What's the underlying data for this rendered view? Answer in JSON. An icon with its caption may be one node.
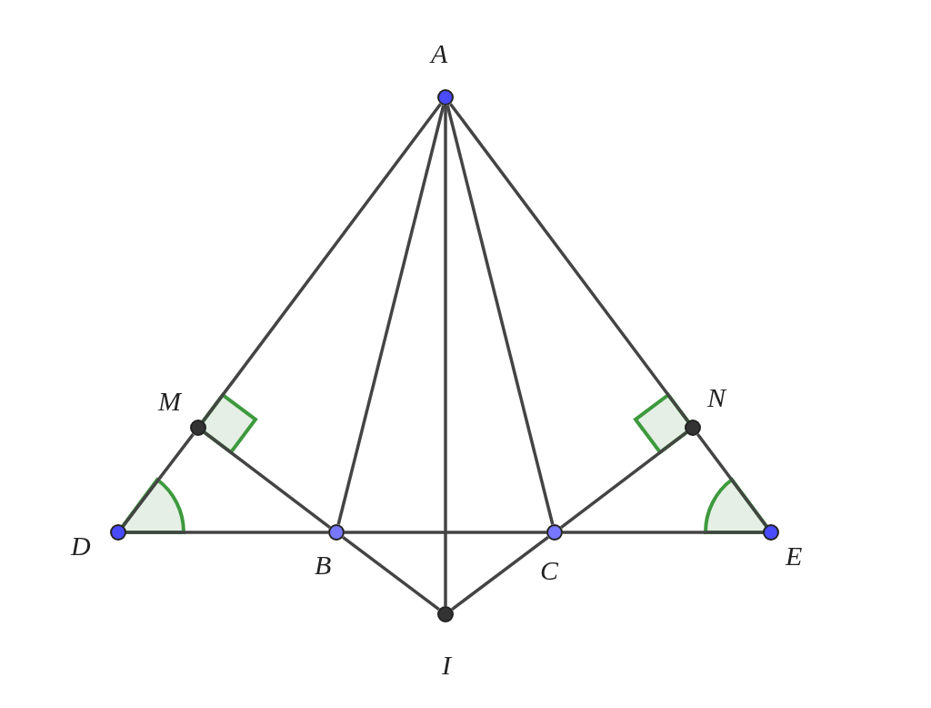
{
  "diagram": {
    "nodes": [
      {
        "text": [],
        "shape": "circle"
      },
      {
        "text": [],
        "shape": "circle"
      },
      {
        "text": [],
        "shape": "circle"
      },
      {
        "text": [],
        "shape": "circle"
      },
      {
        "text": [],
        "shape": "circle"
      },
      {
        "text": [],
        "shape": "circle"
      },
      {
        "text": [],
        "shape": "circle"
      },
      {
        "text": [],
        "shape": "circle"
      }
    ],
    "edges": [
      {
        "from": 0,
        "to": 1,
        "arrow": "none"
      },
      {
        "from": 1,
        "to": 3,
        "arrow": "none"
      },
      {
        "from": 0,
        "to": 2,
        "arrow": "none"
      },
      {
        "from": 2,
        "to": 6,
        "arrow": "none"
      },
      {
        "from": 0,
        "to": 4,
        "arrow": "none"
      },
      {
        "from": 0,
        "to": 7,
        "arrow": "none"
      },
      {
        "from": 0,
        "to": 5,
        "arrow": "none"
      },
      {
        "from": 3,
        "to": 4,
        "arrow": "none"
      },
      {
        "from": 4,
        "to": 5,
        "arrow": "none"
      },
      {
        "from": 5,
        "to": 6,
        "arrow": "none"
      },
      {
        "from": 1,
        "to": 4,
        "arrow": "none"
      },
      {
        "from": 4,
        "to": 7,
        "arrow": "none"
      },
      {
        "from": 2,
        "to": 5,
        "arrow": "none"
      },
      {
        "from": 5,
        "to": 7,
        "arrow": "none"
      }
    ],
    "labels": [
      "A",
      "M",
      "N",
      "D",
      "B",
      "C",
      "E",
      "I"
    ]
  }
}
